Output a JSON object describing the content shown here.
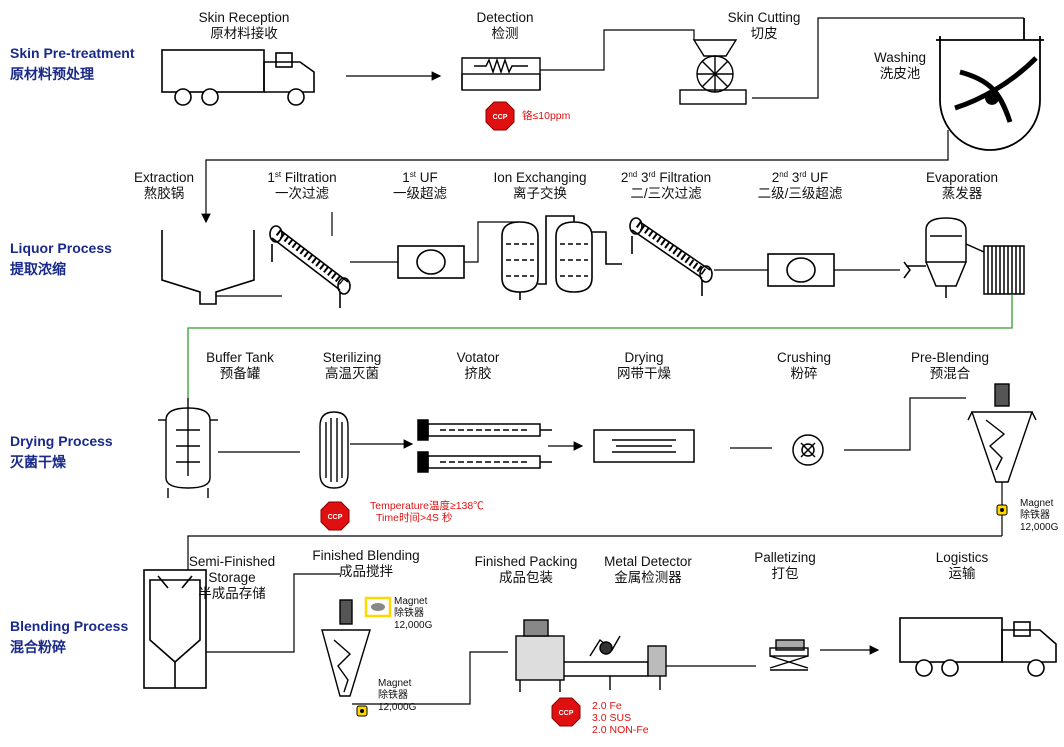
{
  "stages": [
    {
      "en": "Skin Pre-treatment",
      "cn": "原材料预处理"
    },
    {
      "en": "Liquor Process",
      "cn": "提取浓缩"
    },
    {
      "en": "Drying Process",
      "cn": "灭菌干燥"
    },
    {
      "en": "Blending Process",
      "cn": "混合粉碎"
    }
  ],
  "steps": {
    "skin_reception": {
      "en": "Skin Reception",
      "cn": "原材料接收"
    },
    "detection": {
      "en": "Detection",
      "cn": "检测"
    },
    "skin_cutting": {
      "en": "Skin Cutting",
      "cn": "切皮"
    },
    "washing": {
      "en": "Washing",
      "cn": "洗皮池"
    },
    "extraction": {
      "en": "Extraction",
      "cn": "熬胶锅"
    },
    "filtration1": {
      "num": "1",
      "sup": "st",
      "en": " Filtration",
      "cn": "一次过滤"
    },
    "uf1": {
      "num": "1",
      "sup": "st",
      "en": " UF",
      "cn": "一级超滤"
    },
    "ion_exchanging": {
      "en": "Ion Exchanging",
      "cn": "离子交换"
    },
    "filtration23": {
      "num1": "2",
      "sup1": "nd",
      "num2": " 3",
      "sup2": "rd",
      "en": " Filtration",
      "cn": "二/三次过滤"
    },
    "uf23": {
      "num1": "2",
      "sup1": "nd",
      "num2": " 3",
      "sup2": "rd",
      "en": " UF",
      "cn": "二级/三级超滤"
    },
    "evaporation": {
      "en": "Evaporation",
      "cn": "蒸发器"
    },
    "buffer_tank": {
      "en": "Buffer Tank",
      "cn": "预备罐"
    },
    "sterilizing": {
      "en": "Sterilizing",
      "cn": "高温灭菌"
    },
    "votator": {
      "en": "Votator",
      "cn": "挤胶"
    },
    "drying": {
      "en": "Drying",
      "cn": "网带干燥"
    },
    "crushing": {
      "en": "Crushing",
      "cn": "粉碎"
    },
    "pre_blending": {
      "en": "Pre-Blending",
      "cn": "预混合"
    },
    "semi_finished": {
      "en1": "Semi-Finished",
      "en2": "Storage",
      "cn": "半成品存储"
    },
    "finished_blending": {
      "en": "Finished Blending",
      "cn": "成品搅拌"
    },
    "finished_packing": {
      "en": "Finished Packing",
      "cn": "成品包装"
    },
    "metal_detector": {
      "en": "Metal Detector",
      "cn": "金属检测器"
    },
    "palletizing": {
      "en": "Palletizing",
      "cn": "打包"
    },
    "logistics": {
      "en": "Logistics",
      "cn": "运输"
    }
  },
  "ccp": {
    "badge": "CCP",
    "detection": "铬≤10ppm",
    "sterilizing_1": "Temperature温度≥138℃",
    "sterilizing_2": "Time时间>4S 秒",
    "metal_1": "2.0 Fe",
    "metal_2": "3.0 SUS",
    "metal_3": "2.0 NON-Fe"
  },
  "magnet": {
    "title": "Magnet",
    "cn": "除铁器",
    "strength": "12,000G"
  },
  "colors": {
    "stage_label": "#1a2a8a",
    "ccp_red": "#e01010",
    "flow_green": "#2e9e2e",
    "magnet_yellow": "#ffd800"
  }
}
